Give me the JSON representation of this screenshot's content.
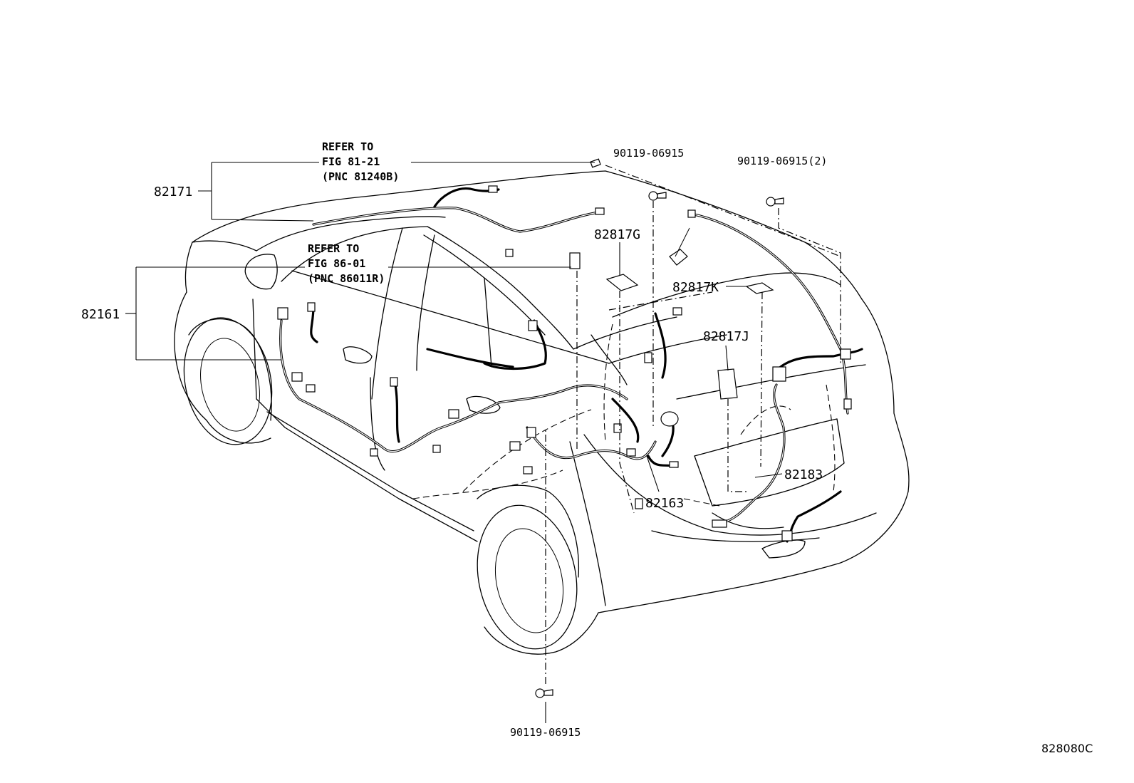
{
  "labels": {
    "p82171": "82171",
    "p82161": "82161",
    "p82817g": "82817G",
    "p82817k": "82817K",
    "p82817j": "82817J",
    "p82163": "82163",
    "p82183": "82183",
    "bolt_top_center": "90119-06915",
    "bolt_top_right": "90119-06915(2)",
    "bolt_bottom": "90119-06915",
    "figure_code": "828080C"
  },
  "notes": {
    "refer1": {
      "line1": "REFER TO",
      "line2": "FIG 81-21",
      "line3": "(PNC 81240B)"
    },
    "refer2": {
      "line1": "REFER TO",
      "line2": "FIG 86-01",
      "line3": "(PNC 86011R)"
    }
  }
}
